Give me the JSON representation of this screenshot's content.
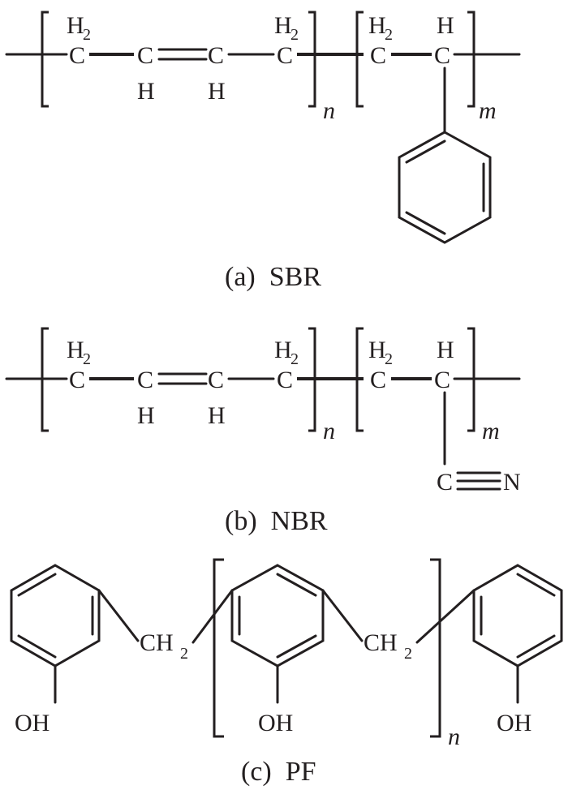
{
  "atoms": {
    "c": "C",
    "h": "H",
    "n": "N",
    "oh": "OH",
    "ch2": "CH",
    "sub2": "2"
  },
  "repeat": {
    "n": "n",
    "m": "m"
  },
  "captions": {
    "a": "(a)  SBR",
    "b": "(b)  NBR",
    "c": "(c)  PF"
  }
}
